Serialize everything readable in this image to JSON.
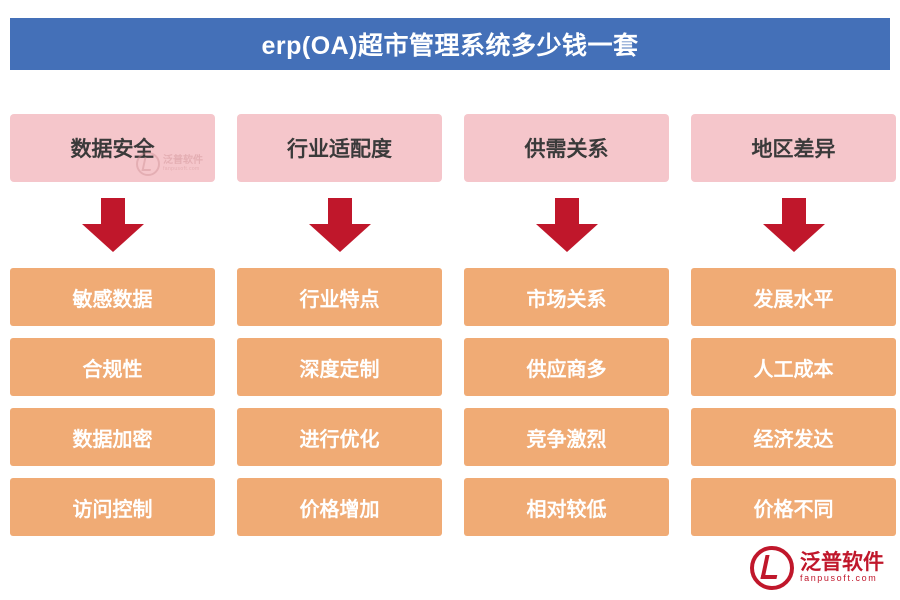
{
  "header": {
    "title": "erp(OA)超市管理系统多少钱一套",
    "bg_color": "#4470b8",
    "text_color": "#ffffff"
  },
  "colors": {
    "head_box": "#f5c6cb",
    "item_box": "#f0ab75",
    "arrow": "#c0172b",
    "logo": "#c0172b"
  },
  "columns": [
    {
      "heading": "数据安全",
      "arrow_icon": "down-arrow-icon",
      "items": [
        "敏感数据",
        "合规性",
        "数据加密",
        "访问控制"
      ]
    },
    {
      "heading": "行业适配度",
      "arrow_icon": "down-arrow-icon",
      "items": [
        "行业特点",
        "深度定制",
        "进行优化",
        "价格增加"
      ]
    },
    {
      "heading": "供需关系",
      "arrow_icon": "down-arrow-icon",
      "items": [
        "市场关系",
        "供应商多",
        "竞争激烈",
        "相对较低"
      ]
    },
    {
      "heading": "地区差异",
      "arrow_icon": "down-arrow-icon",
      "items": [
        "发展水平",
        "人工成本",
        "经济发达",
        "价格不同"
      ]
    }
  ],
  "watermarks": {
    "head_overlay": {
      "name": "泛普软件",
      "sub": "fanpusoft.com",
      "icon": "fanpu-logo-icon"
    },
    "bottom_right": {
      "name": "泛普软件",
      "sub": "fanpusoft.com",
      "icon": "fanpu-logo-icon"
    }
  }
}
